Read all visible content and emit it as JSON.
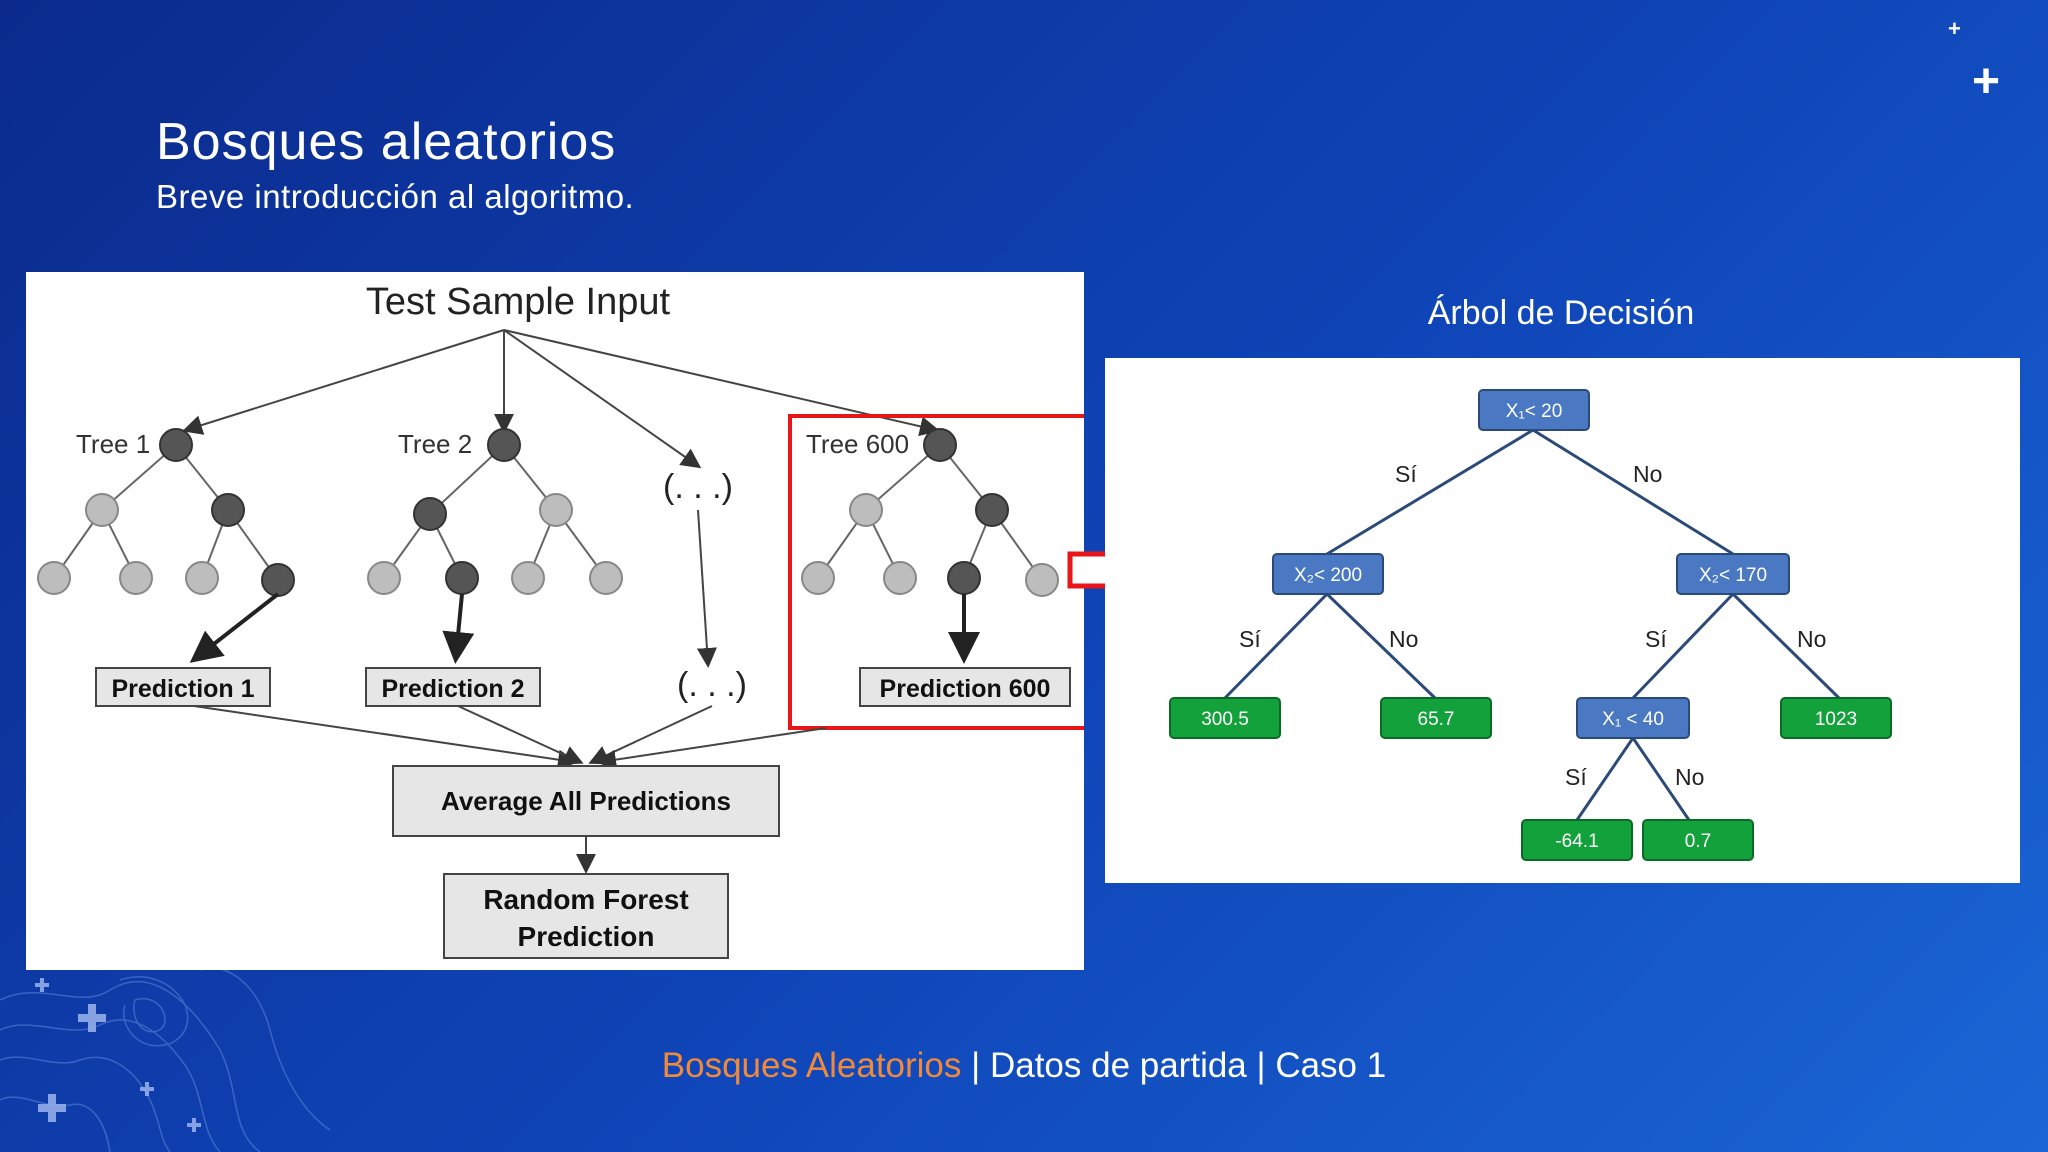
{
  "slide": {
    "title": "Bosques aleatorios",
    "subtitle": "Breve introducción al algoritmo."
  },
  "random_forest": {
    "input_label": "Test Sample Input",
    "trees": [
      {
        "label": "Tree 1",
        "prediction": "Prediction 1"
      },
      {
        "label": "Tree 2",
        "prediction": "Prediction 2"
      },
      {
        "label": "(. . .)",
        "prediction": "(. . .)"
      },
      {
        "label": "Tree 600",
        "prediction": "Prediction 600"
      }
    ],
    "average_label": "Average All Predictions",
    "final_label_line1": "Random Forest",
    "final_label_line2": "Prediction"
  },
  "decision_tree": {
    "caption": "Árbol de Decisión",
    "nodes": {
      "root": "X₁< 20",
      "left": "X₂< 200",
      "right": "X₂< 170",
      "right_left": "X₁ < 40"
    },
    "leaves": {
      "ll": "300.5",
      "lr": "65.7",
      "rr": "1023",
      "rll": "-64.1",
      "rlr": "0.7"
    },
    "yes_label": "Sí",
    "no_label": "No"
  },
  "footer": {
    "part1": "Bosques Aleatorios",
    "part2": " | Datos de partida | Caso 1"
  },
  "colors": {
    "node_blue": "#4a78c2",
    "leaf_green": "#12a13a",
    "highlight_red": "#e8161b"
  }
}
